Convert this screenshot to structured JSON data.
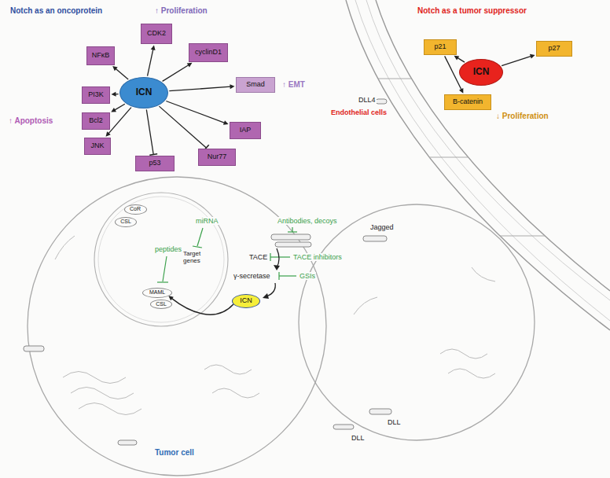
{
  "diagram": {
    "nodes": [
      {
        "text": [
          "ICN"
        ]
      },
      {
        "text": [
          "CDK2"
        ]
      },
      {
        "text": [
          "cyclinD1"
        ]
      },
      {
        "text": [
          "NFκB"
        ]
      },
      {
        "text": [
          "PI3K"
        ]
      },
      {
        "text": [
          "Smad"
        ]
      },
      {
        "text": [
          "Bcl2"
        ]
      },
      {
        "text": [
          "IAP"
        ]
      },
      {
        "text": [
          "JNK"
        ]
      },
      {
        "text": [
          "Nur77"
        ]
      },
      {
        "text": [
          "p53"
        ]
      },
      {
        "text": [
          "ICN"
        ]
      },
      {
        "text": [
          "p21"
        ]
      },
      {
        "text": [
          "p27"
        ]
      },
      {
        "text": [
          "B-catenin"
        ]
      },
      {
        "text": [
          "CoR"
        ]
      },
      {
        "text": [
          "CSL"
        ]
      },
      {
        "text": [
          "MAML"
        ]
      },
      {
        "text": [
          "CSL"
        ]
      },
      {
        "text": [
          "ICN"
        ]
      }
    ],
    "edges": [
      {
        "from": 0,
        "to": 1,
        "arrow": "to"
      },
      {
        "from": 0,
        "to": 2,
        "arrow": "to"
      },
      {
        "from": 0,
        "to": 3,
        "arrow": "to"
      },
      {
        "from": 0,
        "to": 4,
        "arrow": "to"
      },
      {
        "from": 0,
        "to": 5,
        "arrow": "to"
      },
      {
        "from": 0,
        "to": 6,
        "arrow": "to"
      },
      {
        "from": 0,
        "to": 7,
        "arrow": "to"
      },
      {
        "from": 0,
        "to": 8,
        "arrow": "to"
      },
      {
        "from": 0,
        "to": 9,
        "arrow": "to"
      },
      {
        "from": 0,
        "to": 10,
        "arrow": "to"
      },
      {
        "from": 11,
        "to": 12,
        "arrow": "to"
      },
      {
        "from": 11,
        "to": 13,
        "arrow": "to"
      },
      {
        "from": 12,
        "to": 14,
        "arrow": "to"
      },
      {
        "from": 19,
        "to": 17,
        "arrow": "to"
      }
    ],
    "labels": [
      "Notch as an oncoprotein",
      "↑ Proliferation",
      "Notch as a tumor suppressor",
      "↑ EMT",
      "↑ Apoptosis",
      "↓ Proliferation",
      "DLL4",
      "Endothelial cells",
      "miRNA",
      "Antibodies, decoys",
      "peptides",
      "Target genes",
      "TACE",
      "TACE inhibitors",
      "γ-secretase",
      "GSIs",
      "Jagged",
      "DLL",
      "DLL",
      "Tumor cell"
    ]
  }
}
